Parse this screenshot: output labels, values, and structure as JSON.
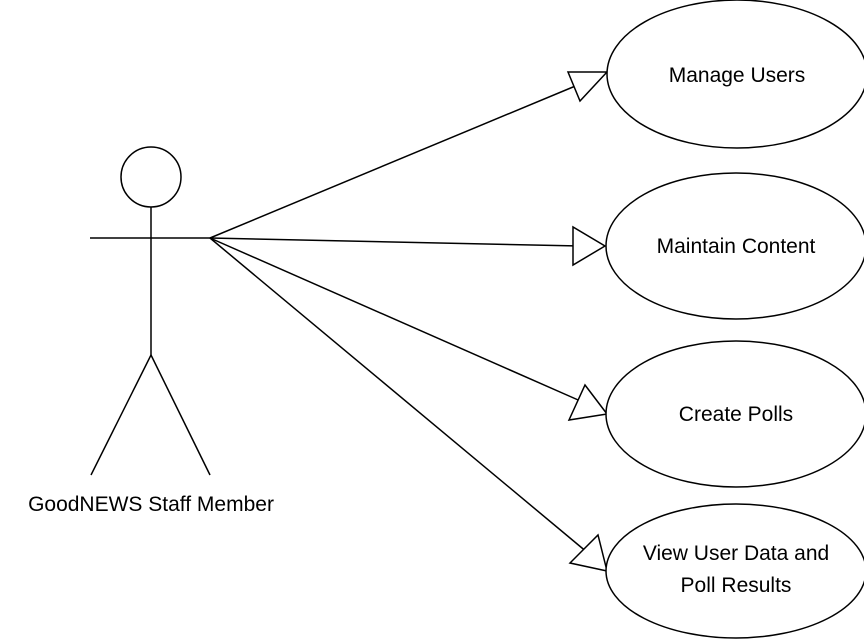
{
  "actor": {
    "label": "GoodNEWS Staff Member"
  },
  "use_cases": [
    {
      "lines": [
        "Manage Users"
      ]
    },
    {
      "lines": [
        "Maintain Content"
      ]
    },
    {
      "lines": [
        "Create Polls"
      ]
    },
    {
      "lines": [
        "View User Data and",
        "Poll Results"
      ]
    }
  ],
  "colors": {
    "stroke": "#000000",
    "background": "#ffffff"
  }
}
